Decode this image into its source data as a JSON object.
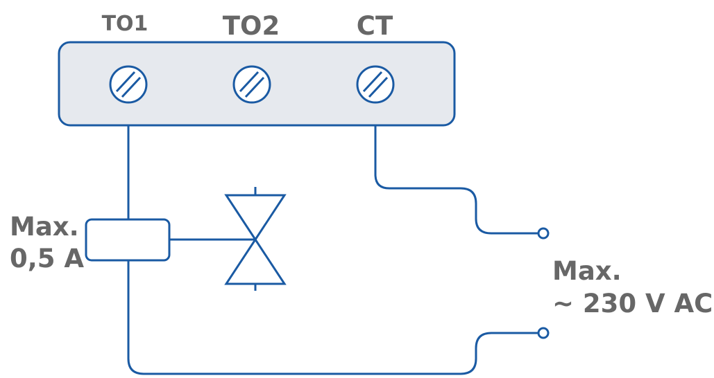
{
  "terminals": {
    "to1": "TO1",
    "to2": "TO2",
    "ct": "CT"
  },
  "coil_rating": {
    "line1": "Max.",
    "line2": "0,5 A"
  },
  "supply_rating": {
    "line1": "Max.",
    "line2": "~ 230 V AC"
  },
  "colors": {
    "wire": "#1a5aa3",
    "block_fill": "#e6e9ee",
    "label_text": "#676767",
    "background": "#ffffff"
  }
}
